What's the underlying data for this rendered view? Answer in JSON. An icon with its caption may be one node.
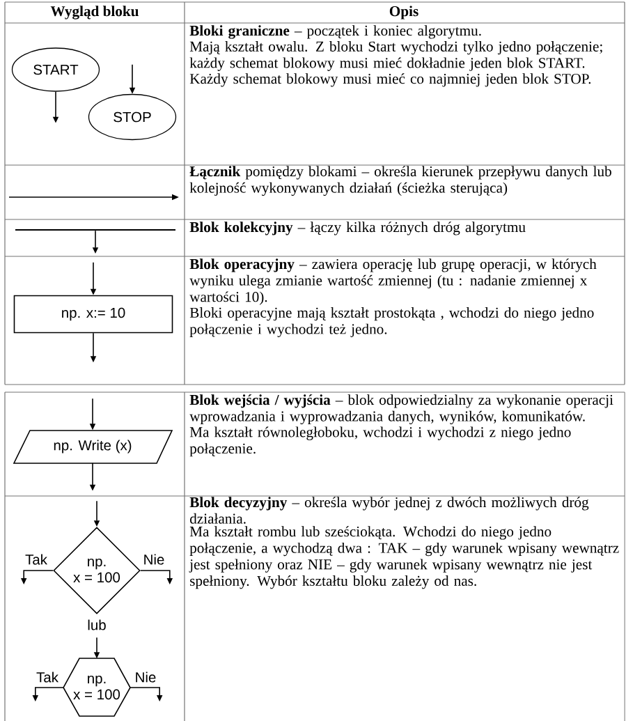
{
  "diagram": {
    "nodes": [
      {
        "text": [
          "START"
        ]
      },
      {
        "text": [
          "STOP"
        ]
      },
      {
        "text": [],
        "shape": "bar"
      },
      {
        "text": [
          "np. x:= 10"
        ]
      },
      {
        "text": [
          "np. Write (x)"
        ]
      },
      {
        "text": [
          "np.",
          "x = 100"
        ]
      },
      {
        "text": [
          "np.",
          "x = 100"
        ]
      }
    ],
    "edges": [
      {
        "from": 0,
        "to": null,
        "arrow": "to"
      },
      {
        "from": null,
        "to": 1,
        "arrow": "to"
      },
      {
        "from": 2,
        "to": null,
        "arrow": "to"
      },
      {
        "from": null,
        "to": 3,
        "arrow": "to"
      },
      {
        "from": 3,
        "to": null,
        "arrow": "to"
      },
      {
        "from": null,
        "to": 4,
        "arrow": "to"
      },
      {
        "from": 4,
        "to": null,
        "arrow": "to"
      },
      {
        "from": null,
        "to": 5,
        "arrow": "to"
      },
      {
        "from": 5,
        "to": null,
        "arrow": "to",
        "label": "Tak"
      },
      {
        "from": 5,
        "to": null,
        "arrow": "to",
        "label": "Nie"
      },
      {
        "from": null,
        "to": 6,
        "arrow": "to"
      },
      {
        "from": 6,
        "to": null,
        "arrow": "to",
        "label": "Tak"
      },
      {
        "from": 6,
        "to": null,
        "arrow": "to",
        "label": "Nie"
      }
    ],
    "labels": [
      "Wygląd bloku",
      "Opis",
      "**Bloki graniczne** – początek i koniec algorytmu.",
      "Mają kształt owalu. Z bloku Start wychodzi tylko jedno połączenie; każdy schemat blokowy musi mieć dokładnie jeden blok START.",
      "Każdy schemat blokowy musi mieć co najmniej jeden blok STOP.",
      "**Łącznik** pomiędzy blokami – określa kierunek przepływu danych lub kolejność wykonywanych działań (ścieżka sterująca)",
      "**Blok kolekcyjny** – łączy kilka różnych dróg algorytmu",
      "**Blok operacyjny** – zawiera operację lub grupę operacji, w których wyniku ulega zmianie wartość zmiennej (tu : nadanie zmiennej x wartości 10).",
      "Bloki operacyjne mają kształt prostokąta , wchodzi do niego jedno połączenie i wychodzi też jedno.",
      "**Blok wejścia / wyjścia** – blok odpowiedzialny za wykonanie operacji wprowadzania i wyprowadzania danych, wyników, komunikatów.",
      "Ma kształt równoległoboku, wchodzi i wychodzi z niego jedno połączenie.",
      "**Blok decyzyjny** – określa wybór jednej z dwóch możliwych dróg działania.",
      "Ma kształt rombu lub sześciokąta. Wchodzi do niego jedno połączenie, a wychodzą dwa : TAK – gdy warunek wpisany wewnątrz jest spełniony oraz NIE – gdy warunek wpisany wewnątrz nie jest spełniony. Wybór kształtu bloku zależy od nas.",
      "lub"
    ]
  }
}
